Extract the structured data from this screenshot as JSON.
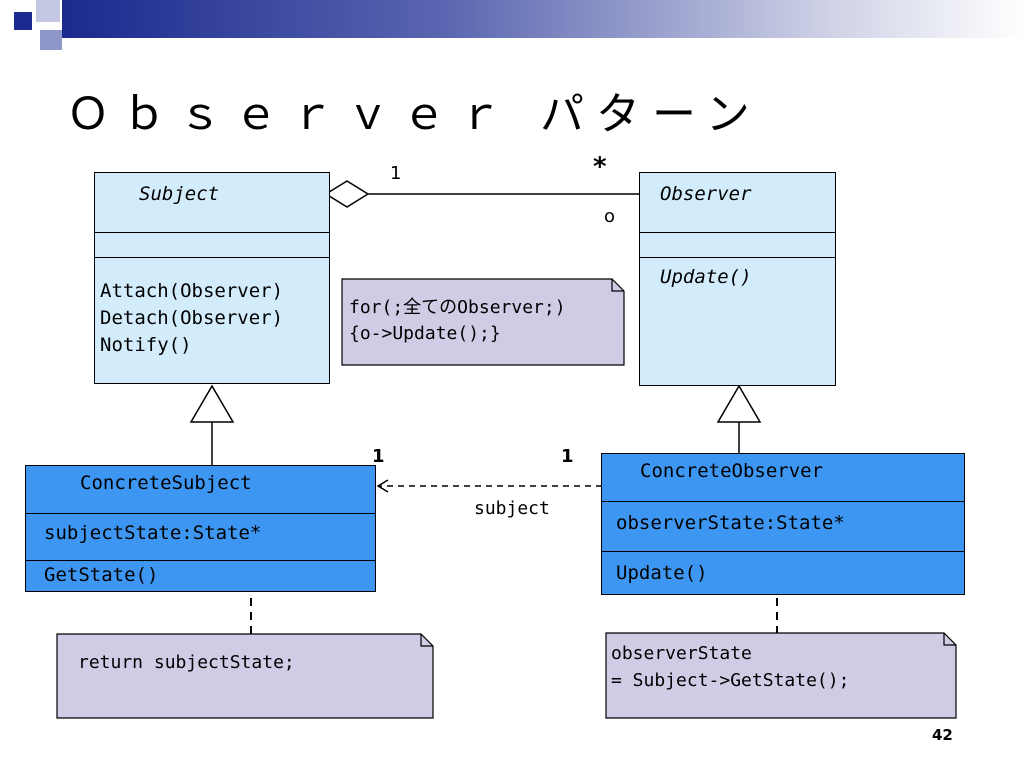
{
  "title": "Ｏｂｓｅｒｖｅｒ パターン",
  "page_number": "42",
  "colors": {
    "abstract_class_fill": "#d3ecfc",
    "concrete_class_fill": "#3d97f2",
    "note_fill": "#cfcde6",
    "header_bar": "#1a2a8e"
  },
  "classes": {
    "subject": {
      "name": "Subject",
      "attributes": "",
      "operations": [
        "Attach(Observer)",
        "Detach(Observer)",
        "Notify()"
      ]
    },
    "observer": {
      "name": "Observer",
      "attributes": "",
      "operations": [
        "Update()"
      ]
    },
    "concrete_subject": {
      "name": "ConcreteSubject",
      "attributes": "subjectState:State*",
      "operations": [
        "GetState()"
      ]
    },
    "concrete_observer": {
      "name": "ConcreteObserver",
      "attributes": "observerState:State*",
      "operations": [
        "Update()"
      ]
    }
  },
  "notes": {
    "notify": [
      "for(;全てのObserver;)",
      "{o->Update();}"
    ],
    "get_state": [
      "return subjectState;"
    ],
    "update": [
      "observerState",
      "= Subject->GetState();"
    ]
  },
  "associations": {
    "aggregation": {
      "subject_end": "1",
      "observer_end": "*",
      "role": "o"
    },
    "dependency": {
      "subject_end": "1",
      "observer_end": "1",
      "role": "subject"
    }
  }
}
